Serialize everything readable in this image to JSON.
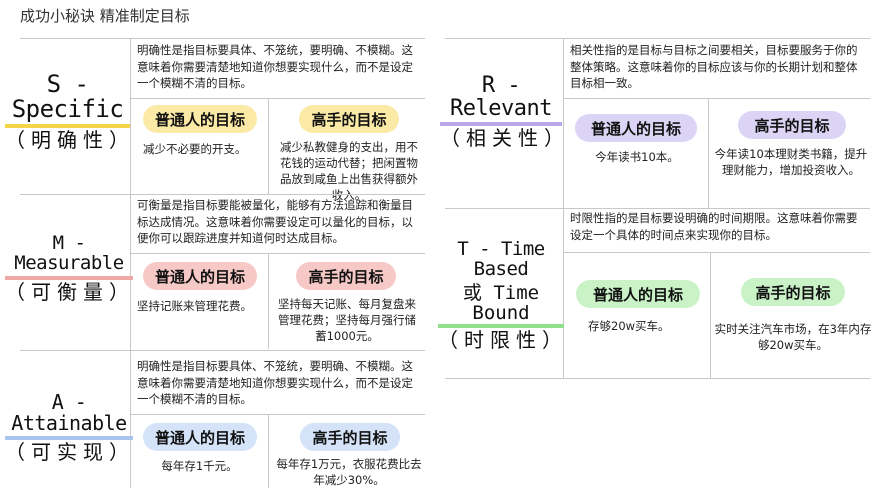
{
  "page": {
    "title": "成功小秘诀 精准制定目标"
  },
  "colors": {
    "yellow": "#fbe9a6",
    "purple": "#dcd4f5",
    "pink": "#f6c9c7",
    "green": "#c9f2c7",
    "blue": "#d4e3f8",
    "underline_yellow": "#f4d44a",
    "underline_purple": "#b9a7ea",
    "underline_pink": "#f0a8a6",
    "underline_green": "#8fe08d",
    "underline_blue": "#a9c5ee"
  },
  "sections": {
    "s": {
      "label_en": "S - Specific",
      "label_zh": "（明确性）",
      "description": "明确性是指目标要具体、不笼统，要明确、不模糊。这意味着你需要清楚地知道你想要实现什么，而不是设定一个模糊不清的目标。",
      "ordinary": {
        "heading": "普通人的目标",
        "text": "减少不必要的开支。"
      },
      "expert": {
        "heading": "高手的目标",
        "text": "减少私教健身的支出，用不花钱的运动代替；把闲置物品放到咸鱼上出售获得额外收入。"
      }
    },
    "m": {
      "label_en": "M - Measurable",
      "label_zh": "（可衡量）",
      "description": "可衡量是指目标要能被量化，能够有方法追踪和衡量目标达成情况。这意味着你需要设定可以量化的目标，以便你可以跟踪进度并知道何时达成目标。",
      "ordinary": {
        "heading": "普通人的目标",
        "text": "坚持记账来管理花费。"
      },
      "expert": {
        "heading": "高手的目标",
        "text": "坚持每天记账、每月复盘来管理花费；坚持每月强行储蓄1000元。"
      }
    },
    "a": {
      "label_en": "A - Attainable",
      "label_zh": "（可实现）",
      "description": "明确性是指目标要具体、不笼统，要明确、不模糊。这意味着你需要清楚地知道你想要实现什么，而不是设定一个模糊不清的目标。",
      "ordinary": {
        "heading": "普通人的目标",
        "text": "每年存1千元。"
      },
      "expert": {
        "heading": "高手的目标",
        "text": "每年存1万元，衣服花费比去年减少30%。"
      }
    },
    "r": {
      "label_en": "R - Relevant",
      "label_zh": "（相关性）",
      "description": "相关性指的是目标与目标之间要相关，目标要服务于你的整体策略。这意味着你的目标应该与你的长期计划和整体目标相一致。",
      "ordinary": {
        "heading": "普通人的目标",
        "text": "今年读书10本。"
      },
      "expert": {
        "heading": "高手的目标",
        "text": "今年读10本理财类书籍，提升理财能力，增加投资收入。"
      }
    },
    "t": {
      "label_en": "T - Time Based",
      "label_or": "或 Time Bound",
      "label_zh": "（时限性）",
      "description": "时限性指的是目标要设明确的时间期限。这意味着你需要设定一个具体的时间点来实现你的目标。",
      "ordinary": {
        "heading": "普通人的目标",
        "text": "存够20w买车。"
      },
      "expert": {
        "heading": "高手的目标",
        "text": "实时关注汽车市场，在3年内存够20w买车。"
      }
    }
  }
}
